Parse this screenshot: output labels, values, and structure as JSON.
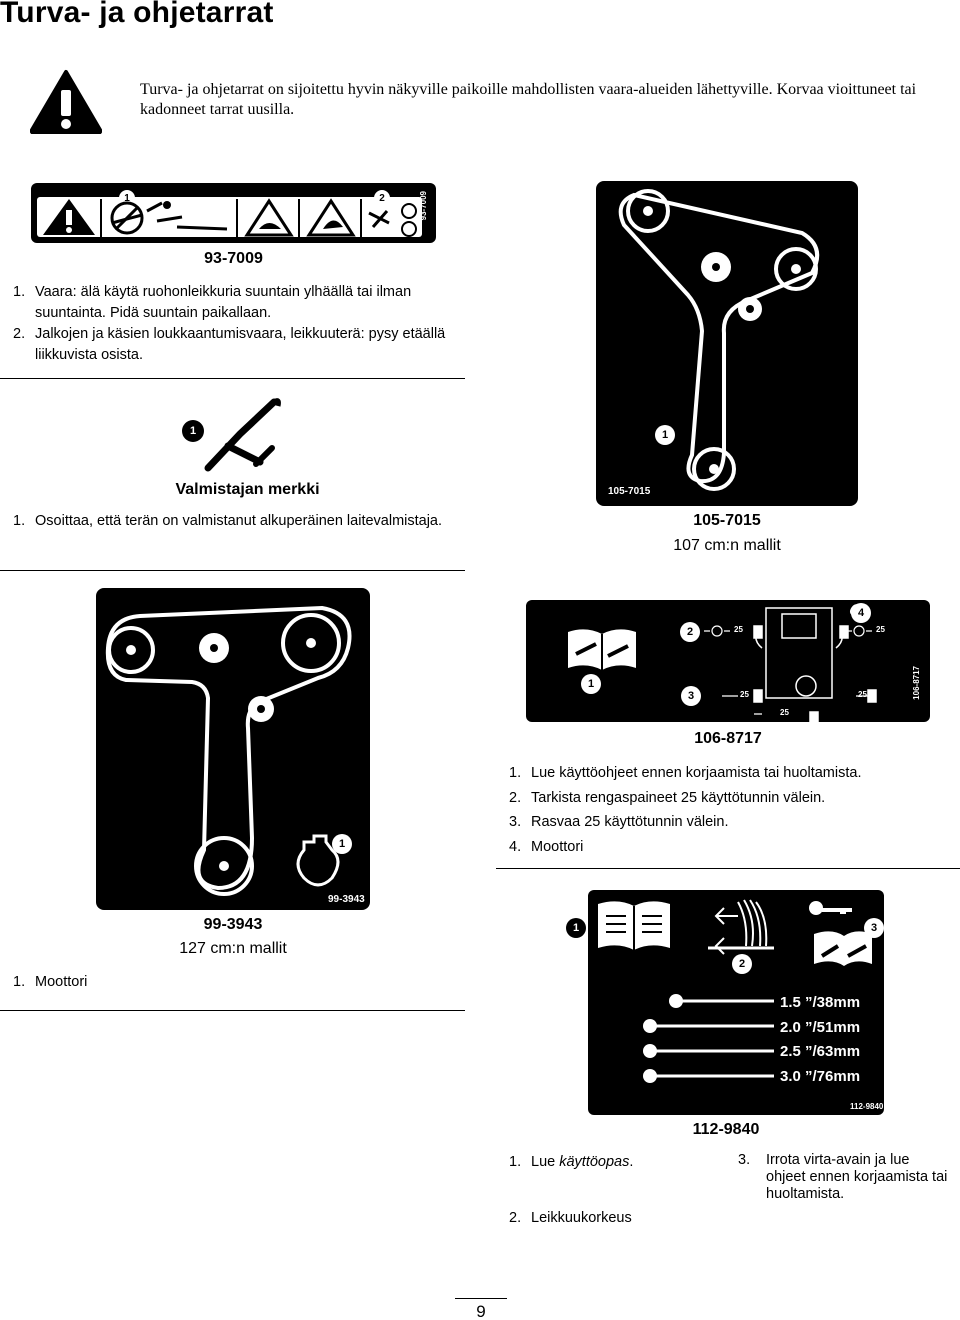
{
  "page": {
    "title": "Turva- ja ohjetarrat",
    "intro": "Turva- ja ohjetarrat on sijoitettu hyvin näkyville paikoille mahdollisten vaara-alueiden lähettyville. Korvaa vioittuneet tai kadonneet tarrat uusilla.",
    "page_number": "9"
  },
  "decal_93_7009": {
    "badges": [
      "1",
      "2"
    ],
    "label": "93-7009",
    "caption": "93-7009",
    "items": [
      {
        "n": "1.",
        "text": "Vaara: älä käytä ruohonleikkuria suuntain ylhäällä tai ilman suuntainta. Pidä suuntain paikallaan."
      },
      {
        "n": "2.",
        "text": "Jalkojen ja käsien loukkaantumisvaara, leikkuuterä: pysy etäällä liikkuvista osista."
      }
    ]
  },
  "decal_manufacturer": {
    "badge": "1",
    "caption": "Valmistajan merkki",
    "items": [
      {
        "n": "1.",
        "text": "Osoittaa, että terän on valmistanut alkuperäinen laitevalmistaja."
      }
    ]
  },
  "decal_105_7015": {
    "badge": "1",
    "label": "105-7015",
    "caption": "105-7015",
    "subcaption": "107 cm:n mallit"
  },
  "decal_99_3943": {
    "badge": "1",
    "label": "99-3943",
    "caption": "99-3943",
    "subcaption": "127 cm:n mallit",
    "items": [
      {
        "n": "1.",
        "text": "Moottori"
      }
    ]
  },
  "decal_106_8717": {
    "badges": [
      "1",
      "2",
      "3",
      "4"
    ],
    "label": "106-8717",
    "hours": "25",
    "caption": "106-8717",
    "items": [
      {
        "n": "1.",
        "text": "Lue käyttöohjeet ennen korjaamista tai huoltamista."
      },
      {
        "n": "2.",
        "text": "Tarkista rengaspaineet 25 käyttötunnin välein."
      },
      {
        "n": "3.",
        "text": "Rasvaa 25 käyttötunnin välein."
      },
      {
        "n": "4.",
        "text": "Moottori"
      }
    ]
  },
  "decal_112_9840": {
    "badges": [
      "1",
      "2",
      "3"
    ],
    "label": "112-9840",
    "caption": "112-9840",
    "sizes": [
      "1.5 ”/38mm",
      "2.0 ”/51mm",
      "2.5 ”/63mm",
      "3.0 ”/76mm"
    ],
    "items": [
      {
        "n": "1.",
        "text_plain": "Lue ",
        "text_italic": "käyttöopas",
        "text_end": "."
      },
      {
        "n": "2.",
        "text": "Leikkuukorkeus"
      },
      {
        "n": "3.",
        "text": "Irrota virta-avain ja lue ohjeet ennen korjaamista tai huoltamista."
      }
    ]
  }
}
